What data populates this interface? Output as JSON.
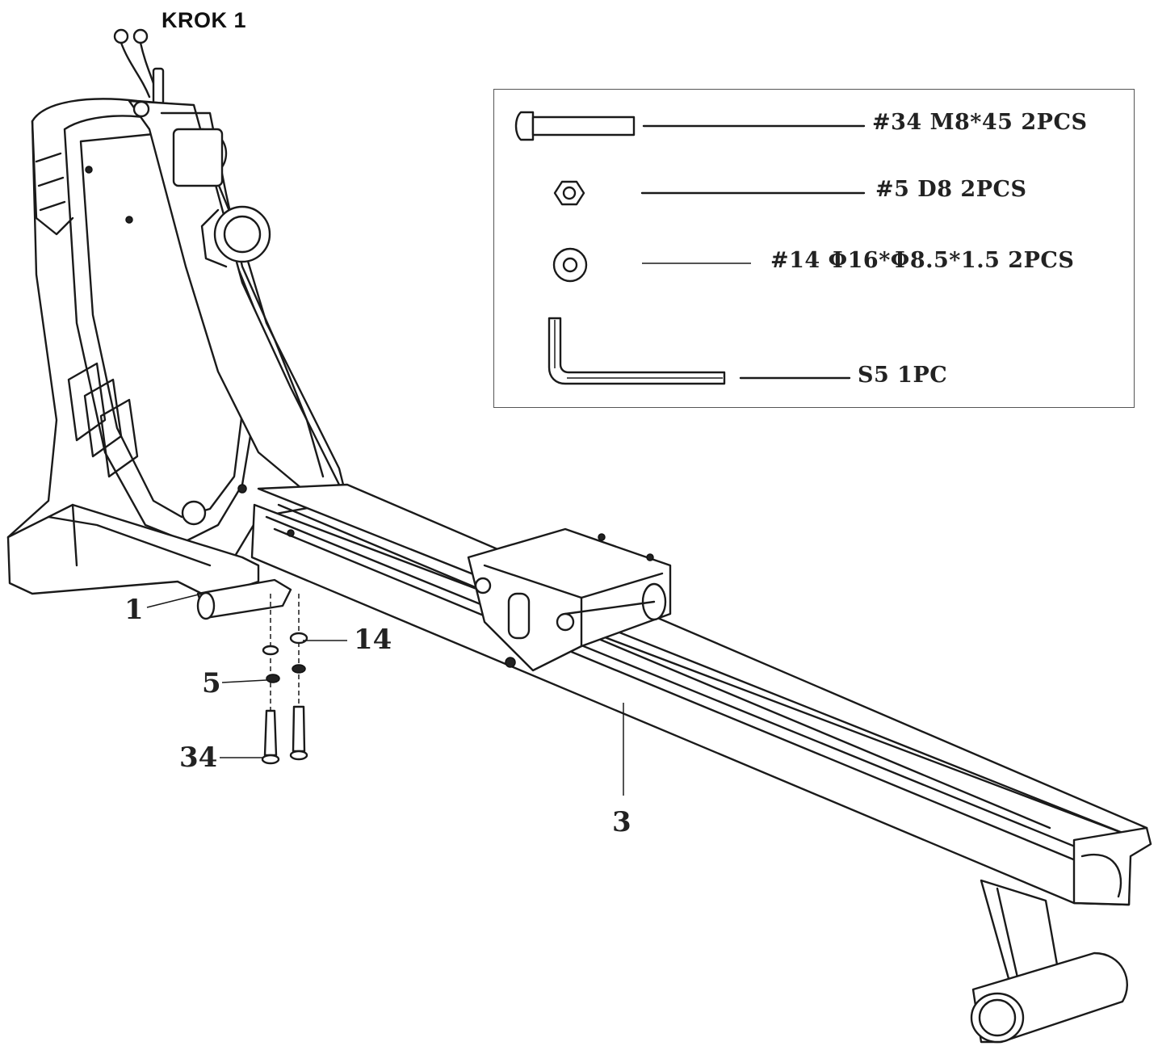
{
  "step": {
    "title": "KROK 1"
  },
  "parts_box": {
    "items": [
      {
        "icon": "bolt-icon",
        "label": "#34 M8*45 2PCS"
      },
      {
        "icon": "nut-icon",
        "label": "#5 D8 2PCS"
      },
      {
        "icon": "washer-icon",
        "label": "#14 Φ16*Φ8.5*1.5 2PCS"
      },
      {
        "icon": "allen-key-icon",
        "label": "S5 1PC"
      }
    ]
  },
  "callouts": {
    "part_1": "1",
    "part_3": "3",
    "part_5": "5",
    "part_14": "14",
    "part_34": "34"
  }
}
